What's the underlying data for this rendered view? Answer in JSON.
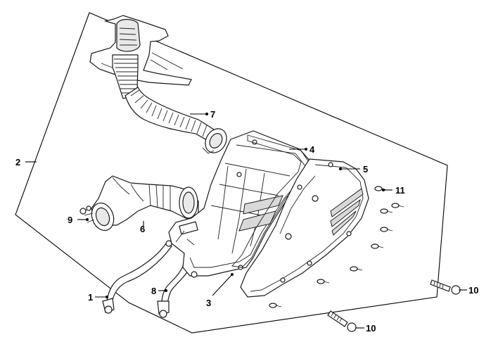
{
  "callouts": {
    "c1": "1",
    "c2": "2",
    "c3": "3",
    "c4": "4",
    "c5": "5",
    "c6": "6",
    "c7": "7",
    "c8": "8",
    "c9": "9",
    "c10a": "10",
    "c10b": "10",
    "c11": "11"
  }
}
